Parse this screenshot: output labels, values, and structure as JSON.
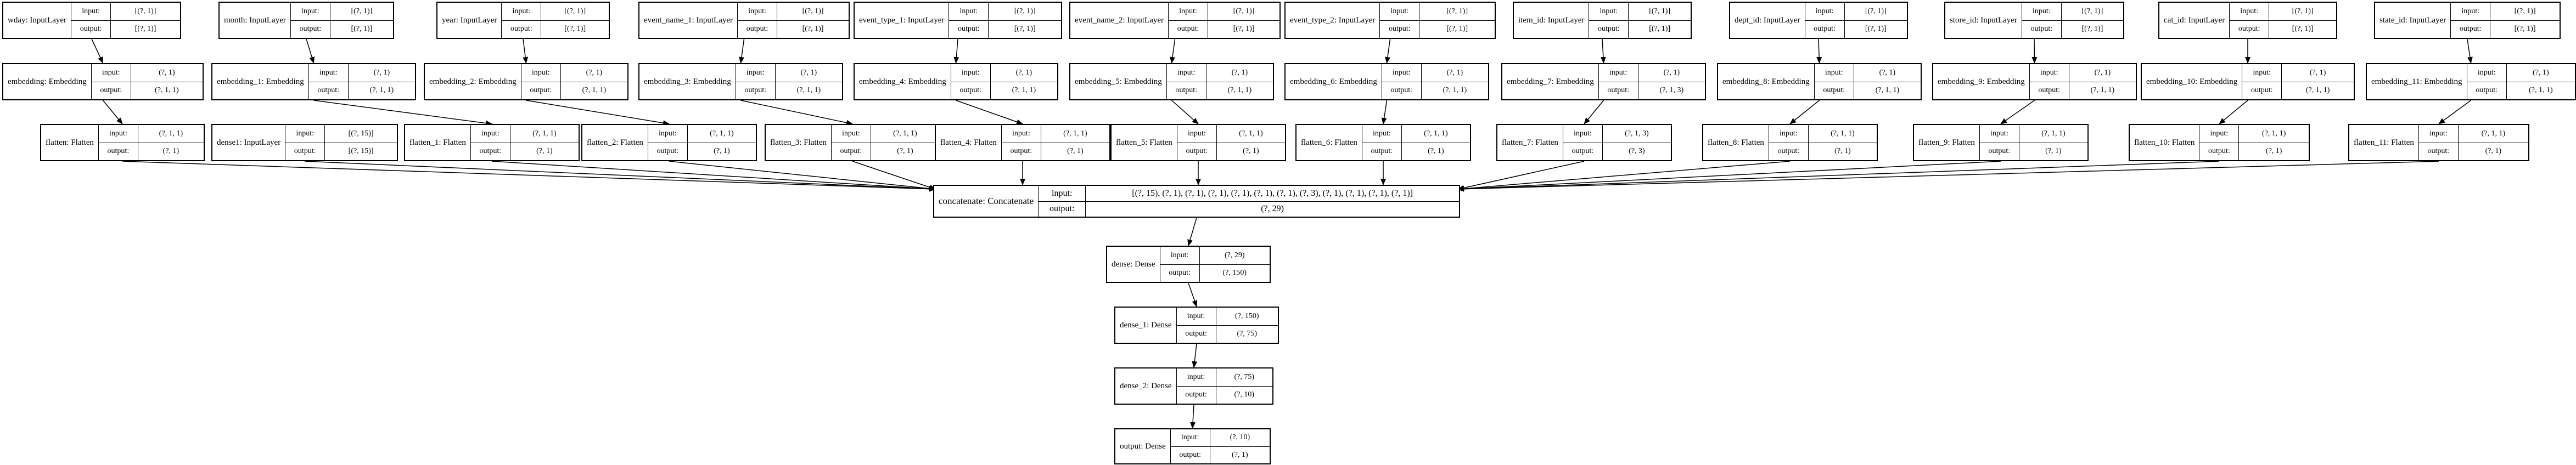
{
  "labels": {
    "input": "input:",
    "output": "output:"
  },
  "nodes": [
    {
      "id": "wday",
      "name": "wday: InputLayer",
      "input": "[(?, 1)]",
      "output": "[(?, 1)]"
    },
    {
      "id": "month",
      "name": "month: InputLayer",
      "input": "[(?, 1)]",
      "output": "[(?, 1)]"
    },
    {
      "id": "year",
      "name": "year: InputLayer",
      "input": "[(?, 1)]",
      "output": "[(?, 1)]"
    },
    {
      "id": "event_name_1",
      "name": "event_name_1: InputLayer",
      "input": "[(?, 1)]",
      "output": "[(?, 1)]"
    },
    {
      "id": "event_type_1",
      "name": "event_type_1: InputLayer",
      "input": "[(?, 1)]",
      "output": "[(?, 1)]"
    },
    {
      "id": "event_name_2",
      "name": "event_name_2: InputLayer",
      "input": "[(?, 1)]",
      "output": "[(?, 1)]"
    },
    {
      "id": "event_type_2",
      "name": "event_type_2: InputLayer",
      "input": "[(?, 1)]",
      "output": "[(?, 1)]"
    },
    {
      "id": "item_id",
      "name": "item_id: InputLayer",
      "input": "[(?, 1)]",
      "output": "[(?, 1)]"
    },
    {
      "id": "dept_id",
      "name": "dept_id: InputLayer",
      "input": "[(?, 1)]",
      "output": "[(?, 1)]"
    },
    {
      "id": "store_id",
      "name": "store_id: InputLayer",
      "input": "[(?, 1)]",
      "output": "[(?, 1)]"
    },
    {
      "id": "cat_id",
      "name": "cat_id: InputLayer",
      "input": "[(?, 1)]",
      "output": "[(?, 1)]"
    },
    {
      "id": "state_id",
      "name": "state_id: InputLayer",
      "input": "[(?, 1)]",
      "output": "[(?, 1)]"
    },
    {
      "id": "embedding",
      "name": "embedding: Embedding",
      "input": "(?, 1)",
      "output": "(?, 1, 1)"
    },
    {
      "id": "embedding_1",
      "name": "embedding_1: Embedding",
      "input": "(?, 1)",
      "output": "(?, 1, 1)"
    },
    {
      "id": "embedding_2",
      "name": "embedding_2: Embedding",
      "input": "(?, 1)",
      "output": "(?, 1, 1)"
    },
    {
      "id": "embedding_3",
      "name": "embedding_3: Embedding",
      "input": "(?, 1)",
      "output": "(?, 1, 1)"
    },
    {
      "id": "embedding_4",
      "name": "embedding_4: Embedding",
      "input": "(?, 1)",
      "output": "(?, 1, 1)"
    },
    {
      "id": "embedding_5",
      "name": "embedding_5: Embedding",
      "input": "(?, 1)",
      "output": "(?, 1, 1)"
    },
    {
      "id": "embedding_6",
      "name": "embedding_6: Embedding",
      "input": "(?, 1)",
      "output": "(?, 1, 1)"
    },
    {
      "id": "embedding_7",
      "name": "embedding_7: Embedding",
      "input": "(?, 1)",
      "output": "(?, 1, 3)"
    },
    {
      "id": "embedding_8",
      "name": "embedding_8: Embedding",
      "input": "(?, 1)",
      "output": "(?, 1, 1)"
    },
    {
      "id": "embedding_9",
      "name": "embedding_9: Embedding",
      "input": "(?, 1)",
      "output": "(?, 1, 1)"
    },
    {
      "id": "embedding_10",
      "name": "embedding_10: Embedding",
      "input": "(?, 1)",
      "output": "(?, 1, 1)"
    },
    {
      "id": "embedding_11",
      "name": "embedding_11: Embedding",
      "input": "(?, 1)",
      "output": "(?, 1, 1)"
    },
    {
      "id": "flatten",
      "name": "flatten: Flatten",
      "input": "(?, 1, 1)",
      "output": "(?, 1)"
    },
    {
      "id": "dense1",
      "name": "dense1: InputLayer",
      "input": "[(?, 15)]",
      "output": "[(?, 15)]"
    },
    {
      "id": "flatten_1",
      "name": "flatten_1: Flatten",
      "input": "(?, 1, 1)",
      "output": "(?, 1)"
    },
    {
      "id": "flatten_2",
      "name": "flatten_2: Flatten",
      "input": "(?, 1, 1)",
      "output": "(?, 1)"
    },
    {
      "id": "flatten_3",
      "name": "flatten_3: Flatten",
      "input": "(?, 1, 1)",
      "output": "(?, 1)"
    },
    {
      "id": "flatten_4",
      "name": "flatten_4: Flatten",
      "input": "(?, 1, 1)",
      "output": "(?, 1)"
    },
    {
      "id": "flatten_5",
      "name": "flatten_5: Flatten",
      "input": "(?, 1, 1)",
      "output": "(?, 1)"
    },
    {
      "id": "flatten_6",
      "name": "flatten_6: Flatten",
      "input": "(?, 1, 1)",
      "output": "(?, 1)"
    },
    {
      "id": "flatten_7",
      "name": "flatten_7: Flatten",
      "input": "(?, 1, 3)",
      "output": "(?, 3)"
    },
    {
      "id": "flatten_8",
      "name": "flatten_8: Flatten",
      "input": "(?, 1, 1)",
      "output": "(?, 1)"
    },
    {
      "id": "flatten_9",
      "name": "flatten_9: Flatten",
      "input": "(?, 1, 1)",
      "output": "(?, 1)"
    },
    {
      "id": "flatten_10",
      "name": "flatten_10: Flatten",
      "input": "(?, 1, 1)",
      "output": "(?, 1)"
    },
    {
      "id": "flatten_11",
      "name": "flatten_11: Flatten",
      "input": "(?, 1, 1)",
      "output": "(?, 1)"
    },
    {
      "id": "concatenate",
      "name": "concatenate: Concatenate",
      "input": "[(?, 15), (?, 1), (?, 1), (?, 1), (?, 1), (?, 1), (?, 1), (?, 3), (?, 1), (?, 1), (?, 1), (?, 1)]",
      "output": "(?, 29)"
    },
    {
      "id": "dense",
      "name": "dense: Dense",
      "input": "(?, 29)",
      "output": "(?, 150)"
    },
    {
      "id": "dense_1",
      "name": "dense_1: Dense",
      "input": "(?, 150)",
      "output": "(?, 75)"
    },
    {
      "id": "dense_2",
      "name": "dense_2: Dense",
      "input": "(?, 75)",
      "output": "(?, 10)"
    },
    {
      "id": "output",
      "name": "output: Dense",
      "input": "(?, 10)",
      "output": "(?, 1)"
    }
  ],
  "edges": [
    [
      "wday",
      "embedding"
    ],
    [
      "month",
      "embedding_1"
    ],
    [
      "year",
      "embedding_2"
    ],
    [
      "event_name_1",
      "embedding_3"
    ],
    [
      "event_type_1",
      "embedding_4"
    ],
    [
      "event_name_2",
      "embedding_5"
    ],
    [
      "event_type_2",
      "embedding_6"
    ],
    [
      "item_id",
      "embedding_7"
    ],
    [
      "dept_id",
      "embedding_8"
    ],
    [
      "store_id",
      "embedding_9"
    ],
    [
      "cat_id",
      "embedding_10"
    ],
    [
      "state_id",
      "embedding_11"
    ],
    [
      "embedding",
      "flatten"
    ],
    [
      "embedding_1",
      "flatten_1"
    ],
    [
      "embedding_2",
      "flatten_2"
    ],
    [
      "embedding_3",
      "flatten_3"
    ],
    [
      "embedding_4",
      "flatten_4"
    ],
    [
      "embedding_5",
      "flatten_5"
    ],
    [
      "embedding_6",
      "flatten_6"
    ],
    [
      "embedding_7",
      "flatten_7"
    ],
    [
      "embedding_8",
      "flatten_8"
    ],
    [
      "embedding_9",
      "flatten_9"
    ],
    [
      "embedding_10",
      "flatten_10"
    ],
    [
      "embedding_11",
      "flatten_11"
    ],
    [
      "dense1",
      "concatenate"
    ],
    [
      "flatten",
      "concatenate"
    ],
    [
      "flatten_1",
      "concatenate"
    ],
    [
      "flatten_2",
      "concatenate"
    ],
    [
      "flatten_3",
      "concatenate"
    ],
    [
      "flatten_4",
      "concatenate"
    ],
    [
      "flatten_5",
      "concatenate"
    ],
    [
      "flatten_6",
      "concatenate"
    ],
    [
      "flatten_7",
      "concatenate"
    ],
    [
      "flatten_8",
      "concatenate"
    ],
    [
      "flatten_9",
      "concatenate"
    ],
    [
      "flatten_10",
      "concatenate"
    ],
    [
      "flatten_11",
      "concatenate"
    ],
    [
      "concatenate",
      "dense"
    ],
    [
      "dense",
      "dense_1"
    ],
    [
      "dense_1",
      "dense_2"
    ],
    [
      "dense_2",
      "output"
    ]
  ]
}
